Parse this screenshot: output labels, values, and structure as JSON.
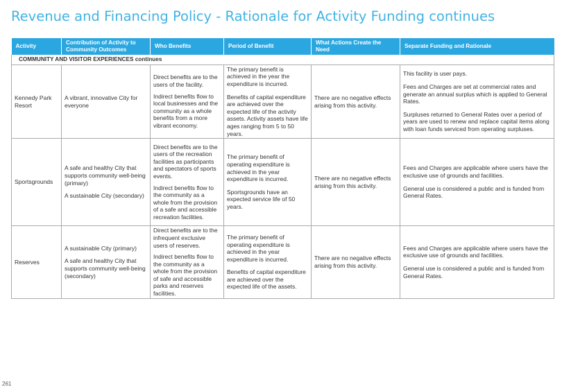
{
  "page": {
    "title": "Revenue and Financing Policy - Rationale for Activity Funding continues",
    "page_number": "261"
  },
  "table": {
    "headers": [
      "Activity",
      "Contribution of Activity to Community Outcomes",
      "Who Benefits",
      "Period of Benefit",
      "What Actions Create the Need",
      "Separate Funding and Rationale"
    ],
    "section_label": "COMMUNITY AND VISITOR EXPERIENCES continues",
    "rows": [
      {
        "activity": "Kennedy Park Resort",
        "outcomes": [
          "A vibrant, innovative City for everyone"
        ],
        "who_benefits": [
          "Direct benefits are to the users of the facility.",
          "Indirect benefits flow to local businesses and the community as a whole benefits from a more vibrant economy."
        ],
        "period": [
          "The primary benefit is achieved in the year the expenditure is incurred.",
          "Benefits of capital expenditure are achieved over the expected life of the activity assets. Activity assets have life ages ranging from 5 to 50 years."
        ],
        "actions": "There are no negative effects arising from this activity.",
        "funding": [
          "This facility is user pays.",
          "Fees and Charges are set at commercial rates and generate an annual surplus which is applied to General Rates.",
          "Surpluses returned to General Rates over a period of years are used to renew and replace capital items along with loan funds serviced from operating surpluses."
        ]
      },
      {
        "activity": "Sportsgrounds",
        "outcomes": [
          "A safe and healthy City that supports community well-being (primary)",
          "A sustainable City (secondary)"
        ],
        "who_benefits": [
          "Direct benefits are to the users of the recreation facilities as participants and spectators of sports events.",
          "Indirect benefits flow to the community as a whole from the provision of a safe and accessible recreation facilities."
        ],
        "period": [
          "The primary benefit of operating expenditure is achieved in the year expenditure is incurred.",
          "Sportsgrounds have an expected service life of 50 years."
        ],
        "actions": "There are no negative effects arising from this activity.",
        "funding": [
          "Fees and Charges are applicable where users have the exclusive use of grounds and facilities.",
          "General use is considered a public and is funded from General Rates."
        ]
      },
      {
        "activity": "Reserves",
        "outcomes": [
          "A sustainable City (primary)",
          "A safe and healthy City that supports community well-being (secondary)"
        ],
        "who_benefits": [
          "Direct benefits are to the infrequent exclusive users of reserves.",
          "Indirect benefits flow to the community as a whole from the provision of safe and accessible parks and reserves facilities."
        ],
        "period": [
          "The primary benefit of operating expenditure is achieved in the year expenditure is incurred.",
          "Benefits of capital expenditure are achieved over the expected life of the assets."
        ],
        "actions": "There are no negative effects arising from this activity.",
        "funding": [
          "Fees and Charges are applicable where users have the exclusive use of grounds and facilities.",
          "General use is considered a public and is funded from General Rates."
        ]
      }
    ]
  },
  "colors": {
    "title": "#41b3e4",
    "header_background": "#2aa7e0",
    "header_text": "#ffffff",
    "grid": "#aaaaaa"
  }
}
